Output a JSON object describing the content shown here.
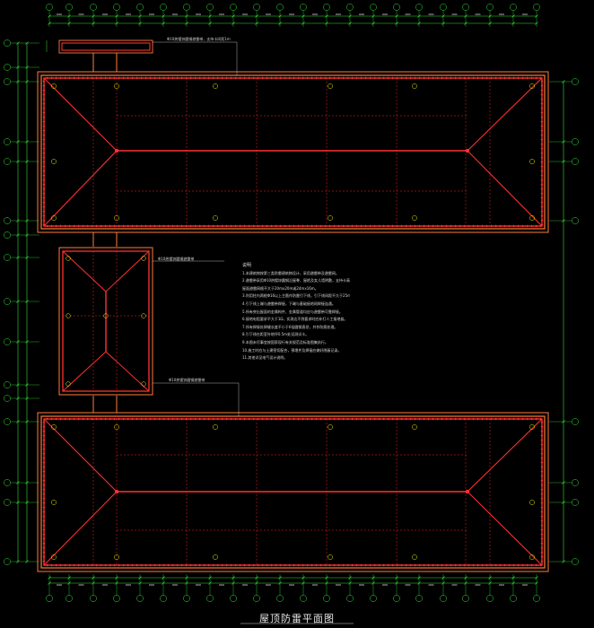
{
  "drawing": {
    "title": "屋顶防雷平面图",
    "notes_heading": "说明",
    "notes": [
      "1.本建筑物按第三类防雷建筑物设计，采用避雷带及避雷网。",
      "2.避雷带采用Φ10热镀锌圆钢沿屋脊、屋檐及女儿墙明敷，支持卡高度0.15m，间距1m。",
      "  屋面避雷网格不大于20mx20m或24mx16m。",
      "3.利用柱内两根Φ16以上主筋作防雷引下线，引下线间距不大于25m。",
      "4.引下线上端与避雷带焊接，下端与基础接地网焊接连通。",
      "5.所有突出屋面的金属构件、金属管道均应与避雷带可靠焊接。",
      "6.接地电阻要求不大于1Ω，实测达不到要求时应补打人工接地极。",
      "7.所有焊接处焊缝长度不小于6倍圆钢直径，并作防腐处理。",
      "8.引下线在距室外地坪0.5m处设测试卡。",
      "9.本图未尽事宜按国家现行有关规范及标准图集执行。",
      "10.施工时应与土建密切配合，预埋件及焊接应做好隐蔽记录。",
      "11.其他详见电气设计说明。"
    ],
    "callout_top": "Φ10热镀锌圆钢避雷带，支持卡间距1m",
    "callout_middle": "Φ10热镀锌圆钢避雷带",
    "callout_bottom": "Φ10热镀锌圆钢避雷带"
  },
  "colors": {
    "background": "#000000",
    "building_outline": "#ff7b3a",
    "lightning_conductor": "#ff3030",
    "grid_line": "#ff2020",
    "dimension": "#35e03a",
    "annotation": "#f0f000",
    "text": "#d8d8d8"
  }
}
